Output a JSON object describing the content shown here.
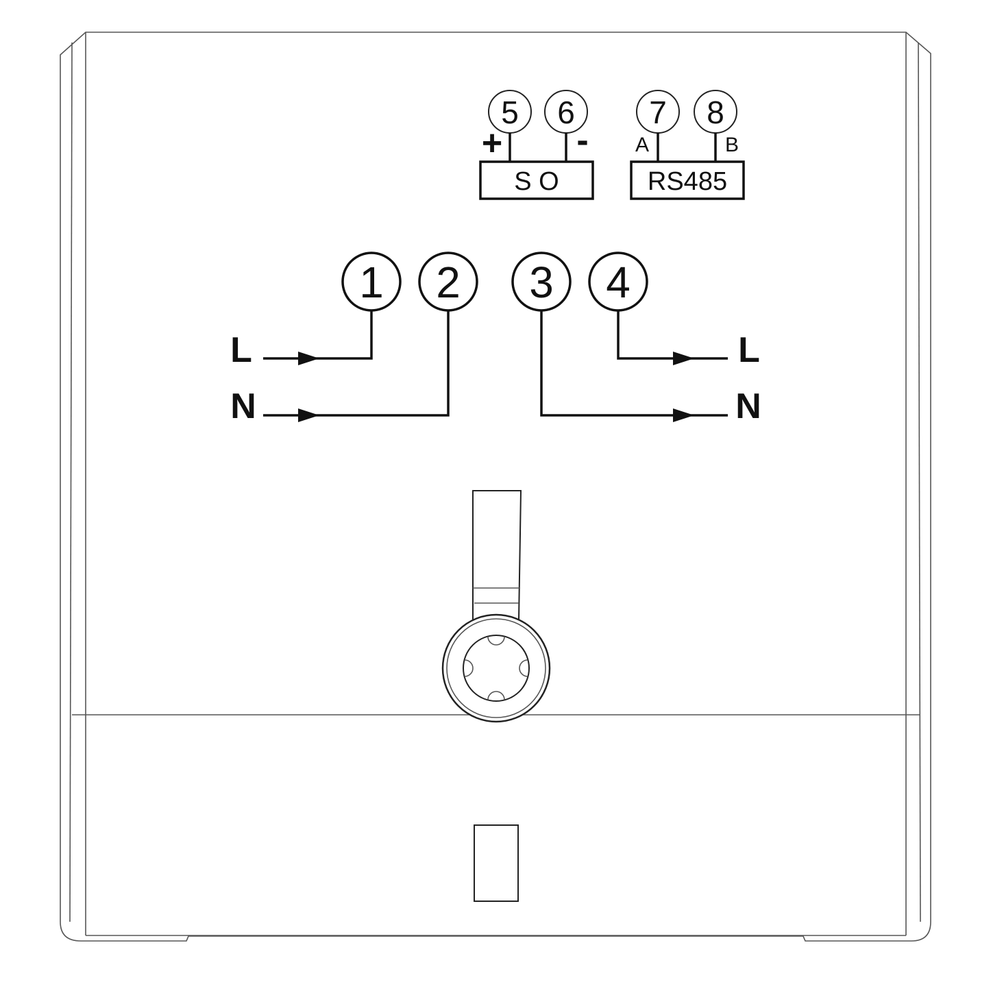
{
  "terminals_top": [
    {
      "num": "5",
      "polarity": "+"
    },
    {
      "num": "6",
      "polarity": "-"
    },
    {
      "num": "7",
      "polarity": "A"
    },
    {
      "num": "8",
      "polarity": "B"
    }
  ],
  "so_label": "S O",
  "rs485_label": "RS485",
  "terminals_main": [
    "1",
    "2",
    "3",
    "4"
  ],
  "input": {
    "l": "L",
    "n": "N"
  },
  "output": {
    "l": "L",
    "n": "N"
  }
}
